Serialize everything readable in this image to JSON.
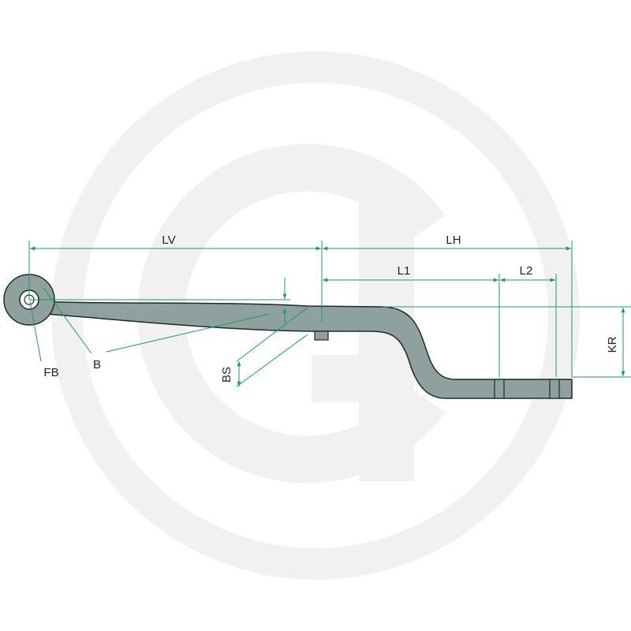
{
  "colors": {
    "background": "#ffffff",
    "watermark": "#f1f1f1",
    "spring_fill": "#8fa19f",
    "spring_stroke": "#1c2a2a",
    "dimension_line": "#1a9b6a",
    "leader_line": "#1a9b6a",
    "label_text": "#222222"
  },
  "watermark": {
    "icon": "g-logo-watermark-icon"
  },
  "labels": {
    "lv": "LV",
    "lh": "LH",
    "l1": "L1",
    "l2": "L2",
    "kr": "KR",
    "bs": "BS",
    "fb": "FB",
    "b": "B"
  }
}
